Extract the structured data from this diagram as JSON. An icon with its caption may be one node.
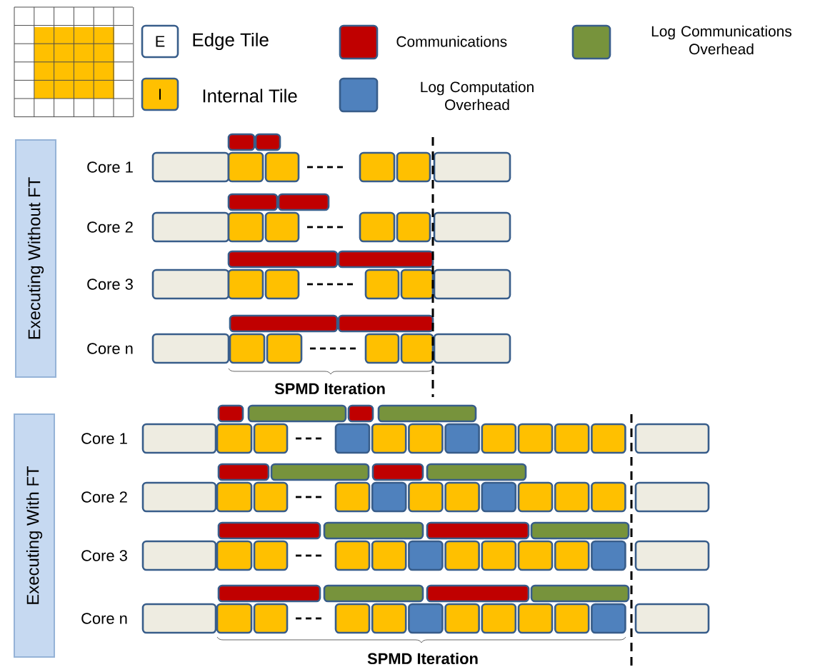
{
  "diagram": {
    "nodes": [
      {
        "text": [
          "Executing Without FT"
        ]
      },
      {
        "text": [
          "Executing With FT"
        ]
      }
    ],
    "edges": [],
    "labels": [
      "E",
      "I",
      "Core 1",
      "Core 2",
      "Core 3",
      "Core n",
      "SPMD Iteration",
      "Core 1",
      "Core 2",
      "Core 3",
      "Core n",
      "SPMD Iteration"
    ],
    "legend": [
      {
        "text": "Edge Tile"
      },
      {
        "text": "Communications",
        "color": "#c00000"
      },
      {
        "text": "Log Communications Overhead",
        "color": "#77933c"
      },
      {
        "text": "Internal Tile",
        "color": "#ffc000"
      },
      {
        "text": "Log Computation Overhead",
        "color": "#4f81bd"
      }
    ]
  }
}
